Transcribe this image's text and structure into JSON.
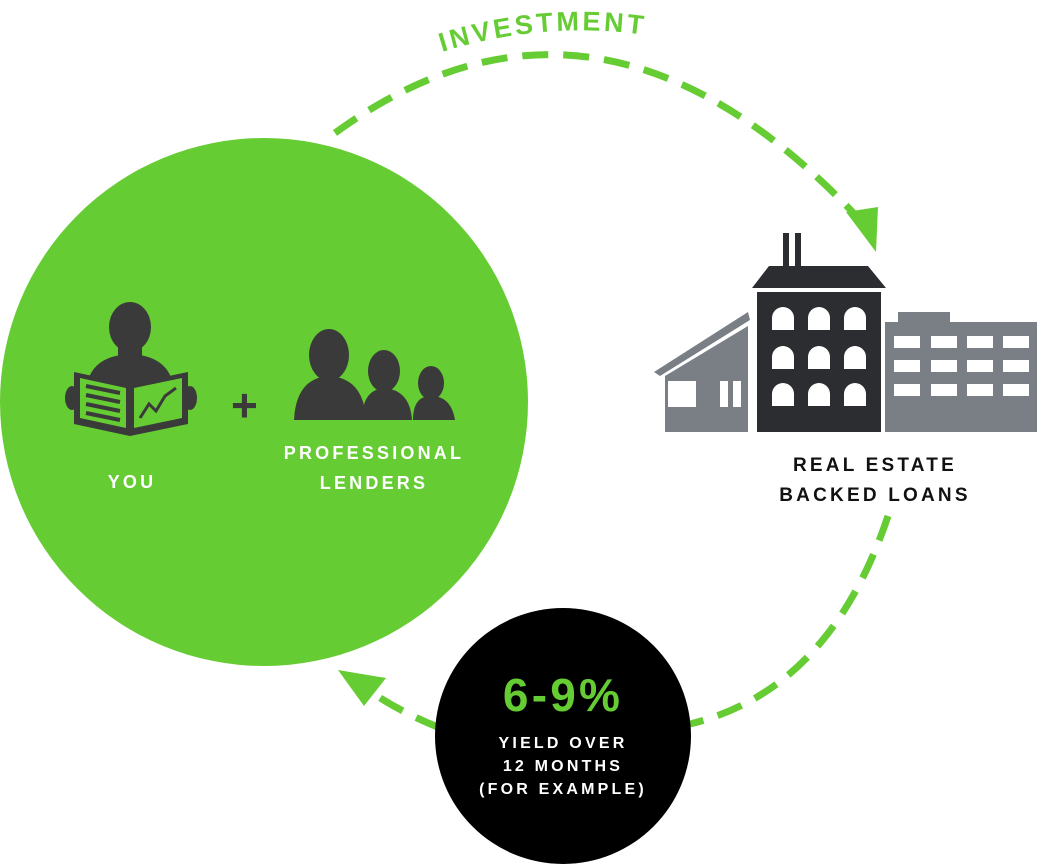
{
  "colors": {
    "accent_green": "#66cc33",
    "dark_icon": "#3a3a3a",
    "building_gray": "#7a7f85",
    "building_dark": "#2b2d30",
    "yield_circle": "#000000",
    "label_dark": "#111111",
    "label_light": "#ffffff"
  },
  "arrows": {
    "top_label": "INVESTMENT"
  },
  "investor_circle": {
    "you_label": "YOU",
    "plus_symbol": "+",
    "lenders_label_line1": "PROFESSIONAL",
    "lenders_label_line2": "LENDERS",
    "icons": [
      "person-reading-newspaper-icon",
      "group-of-people-icon"
    ]
  },
  "destination": {
    "label_line1": "REAL ESTATE",
    "label_line2": "BACKED LOANS",
    "icon": "buildings-icon"
  },
  "yield_circle": {
    "value": "6-9%",
    "line1": "YIELD OVER",
    "line2": "12 MONTHS",
    "line3": "(FOR EXAMPLE)"
  }
}
